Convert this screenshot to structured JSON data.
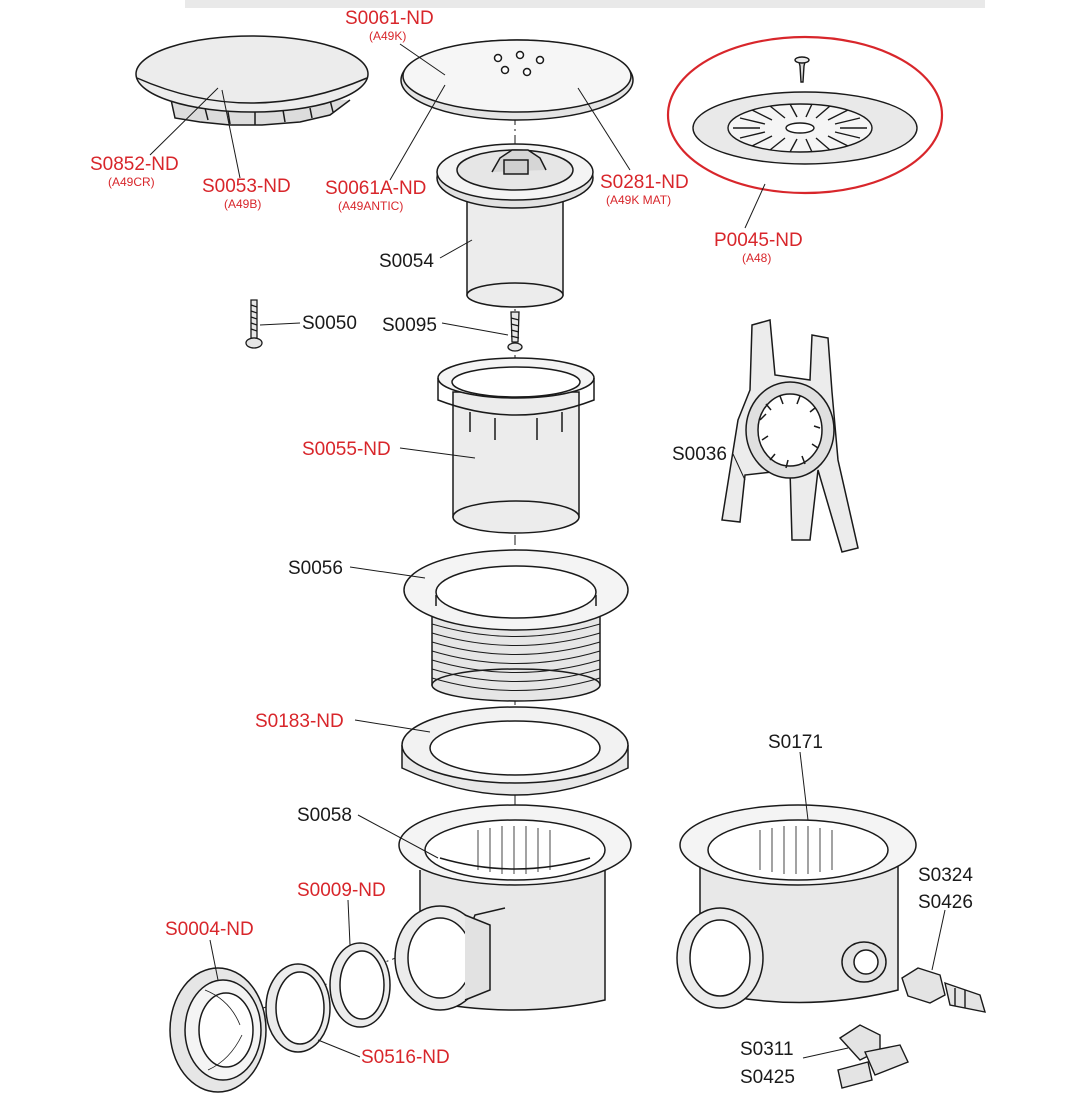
{
  "colors": {
    "red_label": "#d8262b",
    "black_label": "#1a1a1a",
    "line": "#1a1a1a",
    "part_fill": "#ececec",
    "highlight_circle": "#d8262b"
  },
  "labels": {
    "s0061_nd": "S0061-ND",
    "s0061_nd_sub": "(A49K)",
    "s0852_nd": "S0852-ND",
    "s0852_nd_sub": "(A49CR)",
    "s0053_nd": "S0053-ND",
    "s0053_nd_sub": "(A49B)",
    "s0061a_nd": "S0061A-ND",
    "s0061a_nd_sub": "(A49ANTIC)",
    "s0281_nd": "S0281-ND",
    "s0281_nd_sub": "(A49K MAT)",
    "p0045_nd": "P0045-ND",
    "p0045_nd_sub": "(A48)",
    "s0054": "S0054",
    "s0050": "S0050",
    "s0095": "S0095",
    "s0055_nd": "S0055-ND",
    "s0036": "S0036",
    "s0056": "S0056",
    "s0183_nd": "S0183-ND",
    "s0171": "S0171",
    "s0058": "S0058",
    "s0009_nd": "S0009-ND",
    "s0324": "S0324",
    "s0426": "S0426",
    "s0004_nd": "S0004-ND",
    "s0516_nd": "S0516-ND",
    "s0311": "S0311",
    "s0425": "S0425"
  }
}
